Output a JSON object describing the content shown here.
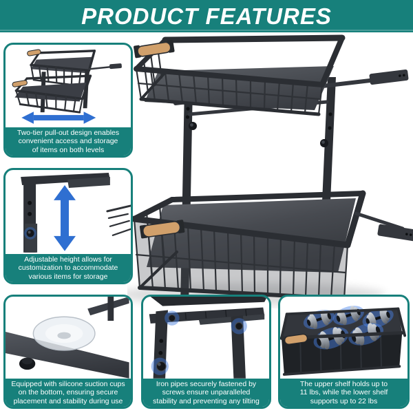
{
  "banner": {
    "title": "PRODUCT FEATURES"
  },
  "colors": {
    "teal": "#17807b",
    "arrow_blue": "#2f6fd1",
    "wood": "#d1a06b",
    "metal_dark": "#2c2f34"
  },
  "features": [
    {
      "id": "two-tier-pull-out",
      "icon": "two-tier-rack-pullout-icon",
      "lines": [
        "Two-tier pull-out design enables",
        "convenient access and storage",
        "of items on both levels"
      ]
    },
    {
      "id": "adjustable-height",
      "icon": "adjustable-height-arrow-icon",
      "lines": [
        "Adjustable height allows for",
        "customization to accommodate",
        "various items for storage"
      ]
    },
    {
      "id": "suction-cups",
      "icon": "suction-cup-icon",
      "lines": [
        "Equipped with silicone suction cups",
        "on the bottom, ensuring secure",
        "placement and stability during use"
      ]
    },
    {
      "id": "iron-pipes",
      "icon": "screw-fastened-frame-icon",
      "lines": [
        "Iron pipes securely fastened by",
        "screws ensure unparalleled",
        "stability and preventing any tilting"
      ]
    },
    {
      "id": "load-capacity",
      "icon": "dumbbell-load-icon",
      "lines": [
        "The upper shelf holds up to",
        "11 lbs, while the lower shelf",
        "supports up to 22 lbs"
      ]
    }
  ]
}
